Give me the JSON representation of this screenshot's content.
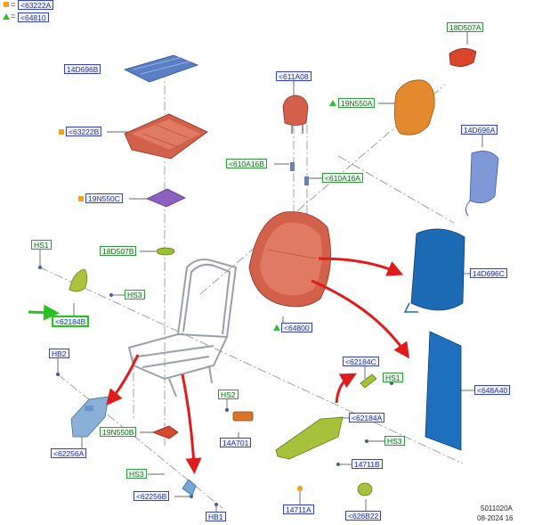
{
  "legend": [
    {
      "marker": "orange-square",
      "text": "<63222A"
    },
    {
      "marker": "green-triangle",
      "text": "<64810"
    }
  ],
  "labels": {
    "l_14D696B": "14D696B",
    "l_63222B": "<63222B",
    "l_19N550C": "19N550C",
    "l_18D507B": "18D507B",
    "l_HS1_left": "HS1",
    "l_HS3_left": "HS3",
    "l_62184B": "<62184B",
    "l_HB2": "HB2",
    "l_62256A": "<62256A",
    "l_19N550B": "19N550B",
    "l_HS3_bottom": "HS3",
    "l_62256B": "<62256B",
    "l_HB1": "HB1",
    "l_611A08": "<611A08",
    "l_610A16B": "<610A16B",
    "l_610A16A": "<610A16A",
    "l_64800": "<64800",
    "l_18D507A": "18D507A",
    "l_19N550A": "19N550A",
    "l_14D696A": "14D696A",
    "l_14D696C": "14D696C",
    "l_648A40": "<648A40",
    "l_62184C": "<62184C",
    "l_HS1_right": "HS1",
    "l_62184A": "<62184A",
    "l_HS3_right": "HS3",
    "l_HS2": "HS2",
    "l_14A701": "14A701",
    "l_14711B": "14711B",
    "l_14711A": "14711A",
    "l_626B22": "<626B22"
  },
  "footnote": {
    "code": "5011020A",
    "date": "08-2024 16"
  },
  "colors": {
    "label_blue": "#3340c8",
    "label_green": "#2e9b3a",
    "cushion_red": "#d2604a",
    "pad_orange": "#e3892e",
    "blue_panel": "#1d6ab5",
    "green_trim": "#a6c23a",
    "arrow_red": "#e01b1b"
  }
}
